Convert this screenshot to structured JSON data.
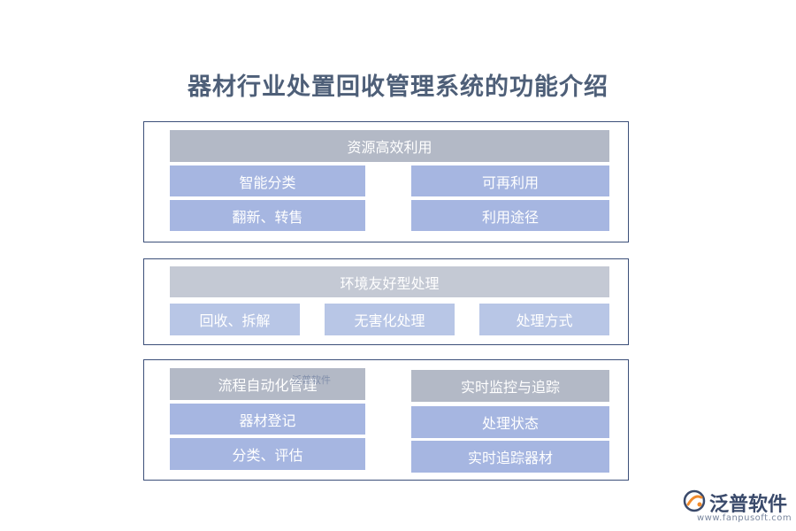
{
  "title": "器材行业处置回收管理系统的功能介绍",
  "panel1": {
    "header": "资源高效利用",
    "items": [
      "智能分类",
      "可再利用",
      "翻新、转售",
      "利用途径"
    ]
  },
  "panel2": {
    "header": "环境友好型处理",
    "items": [
      "回收、拆解",
      "无害化处理",
      "处理方式"
    ]
  },
  "panel3": {
    "left_header": "流程自动化管理",
    "left_items": [
      "器材登记",
      "分类、评估"
    ],
    "right_header": "实时监控与追踪",
    "right_items": [
      "处理状态",
      "实时追踪器材"
    ]
  },
  "watermark": "泛普软件",
  "logo": {
    "name": "泛普软件",
    "url": "www.fanpusoft.com",
    "icon": "fanpu-logo-icon"
  },
  "colors": {
    "border": "#3c4f79",
    "box_blue": "#a6b6e1",
    "header_gray": "#b3b9c6",
    "title": "#4e5f78"
  }
}
